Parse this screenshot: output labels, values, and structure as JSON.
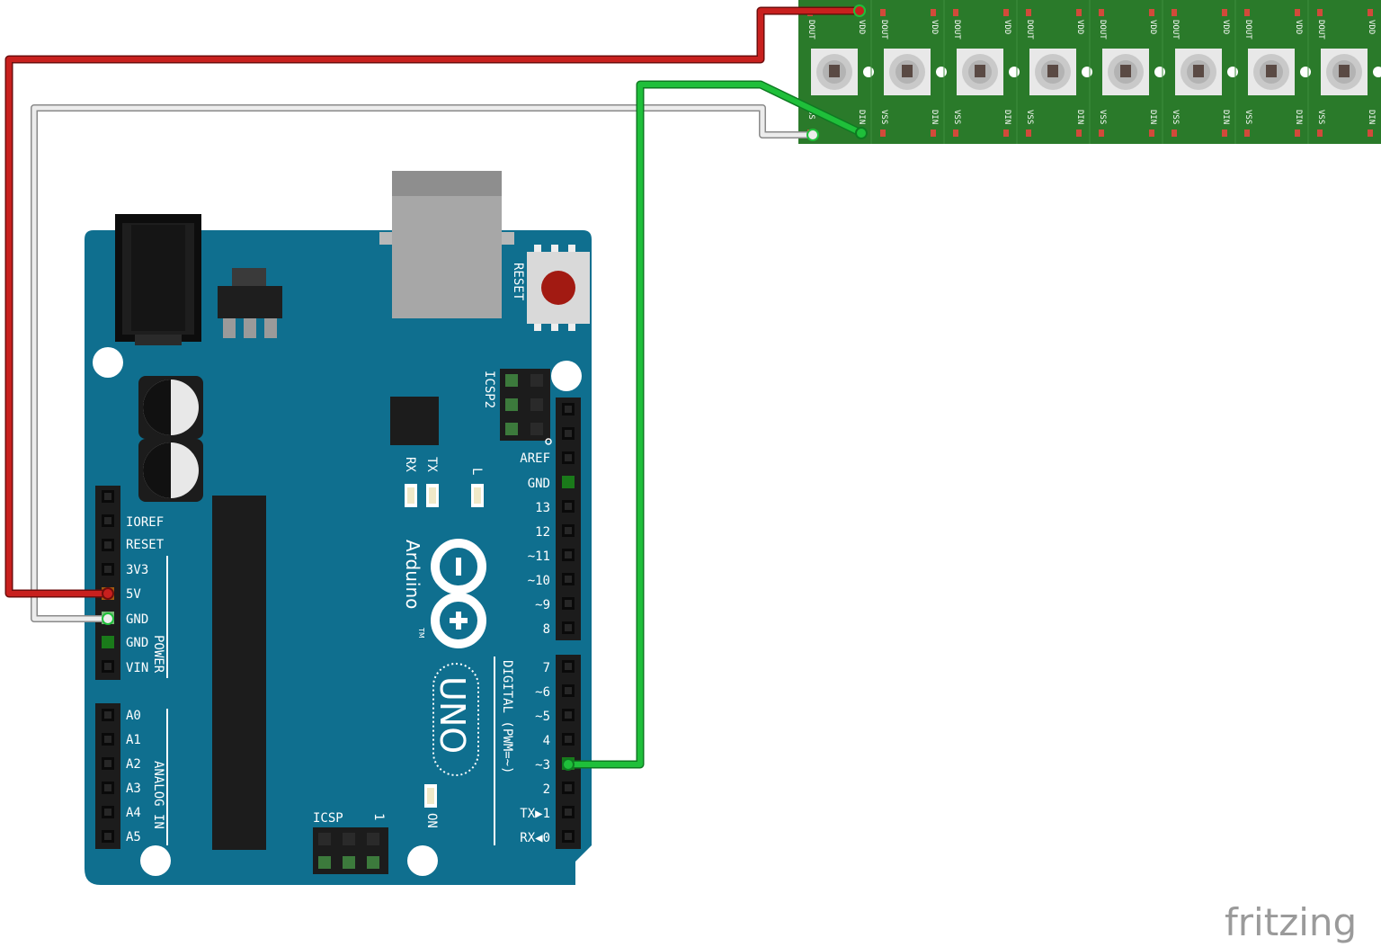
{
  "board": {
    "brand": "Arduino",
    "trademark": "TM",
    "model": "UNO",
    "reset_label": "RESET",
    "icsp_label": "ICSP",
    "icsp_pin1": "1",
    "icsp2_label": "ICSP2",
    "led_rx": "RX",
    "led_tx": "TX",
    "led_l": "L",
    "led_on": "ON",
    "power_group_label": "POWER",
    "analog_group_label": "ANALOG IN",
    "digital_group_label": "DIGITAL (PWM=~)",
    "left_power_pins": [
      "IOREF",
      "RESET",
      "3V3",
      "5V",
      "GND",
      "GND",
      "VIN"
    ],
    "analog_pins": [
      "A0",
      "A1",
      "A2",
      "A3",
      "A4",
      "A5"
    ],
    "top_digital_pins": [
      "AREF",
      "GND",
      "13",
      "12",
      "~11",
      "~10",
      "~9",
      "8"
    ],
    "bottom_digital_pins": [
      "7",
      "~6",
      "~5",
      "4",
      "~3",
      "2",
      "TX▶1",
      "RX◀0"
    ]
  },
  "strip": {
    "pixel_count": 8,
    "labels": {
      "dout": "DOUT",
      "vdd": "VDD",
      "din": "DIN",
      "vss": "VSS",
      "first_ground": "SS"
    }
  },
  "wires": [
    {
      "name": "power-wire",
      "color": "#c8201e",
      "from": "5V",
      "to": "VDD"
    },
    {
      "name": "ground-wire",
      "color": "#d8d8d8",
      "from": "GND",
      "to": "VSS"
    },
    {
      "name": "data-wire",
      "color": "#1fbf3a",
      "from": "~3",
      "to": "DIN"
    }
  ],
  "colors": {
    "board": "#0f6f8f",
    "strip": "#2a7a2a",
    "header": "#1c1c1c",
    "reset_button": "#a21a12"
  },
  "watermark": "fritzing"
}
